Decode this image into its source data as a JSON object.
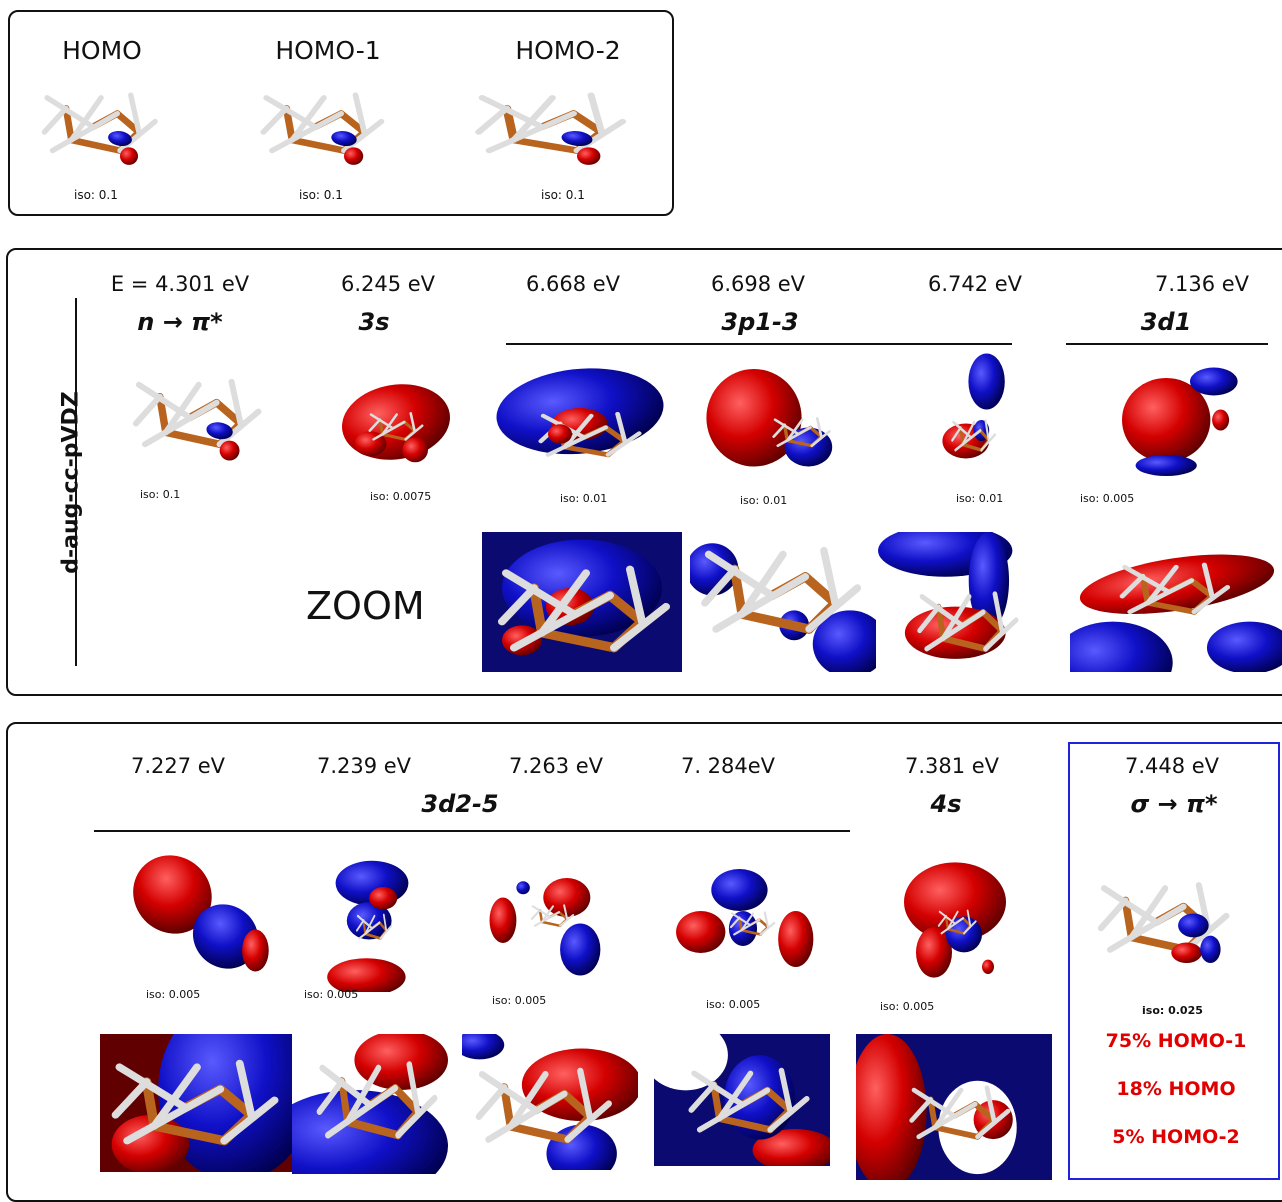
{
  "ground": {
    "headers": [
      "HOMO",
      "HOMO-1",
      "HOMO-2"
    ],
    "iso": [
      "iso: 0.1",
      "iso: 0.1",
      "iso: 0.1"
    ]
  },
  "panel_a": {
    "side_label": "d-aug-cc-pVDZ",
    "energies": [
      "E = 4.301 eV",
      "6.245 eV",
      "6.668 eV",
      "6.698 eV",
      "6.742 eV",
      "7.136 eV"
    ],
    "orbitals": [
      "n → π*",
      "3s",
      "3p1-3",
      "3d1"
    ],
    "iso": [
      "iso: 0.1",
      "iso: 0.0075",
      "iso: 0.01",
      "iso: 0.01",
      "iso: 0.01",
      "iso: 0.005"
    ],
    "zoom_label": "ZOOM"
  },
  "panel_b": {
    "energies": [
      "7.227 eV",
      "7.239 eV",
      "7.263 eV",
      "7. 284eV",
      "7.381 eV",
      "7.448 eV"
    ],
    "orbitals": [
      "3d2-5",
      "4s",
      "σ → π*"
    ],
    "iso": [
      "iso: 0.005",
      "iso: 0.005",
      "iso: 0.005",
      "iso: 0.005",
      "iso: 0.005",
      "iso: 0.025"
    ],
    "contributions": [
      "75% HOMO-1",
      "18% HOMO",
      "5% HOMO-2"
    ],
    "highlight_color": "#2222dd"
  },
  "colors": {
    "positive_lobe": "#d40000",
    "negative_lobe": "#1010c8",
    "carbon": "#b8641e",
    "hydrogen": "#dddddd"
  }
}
